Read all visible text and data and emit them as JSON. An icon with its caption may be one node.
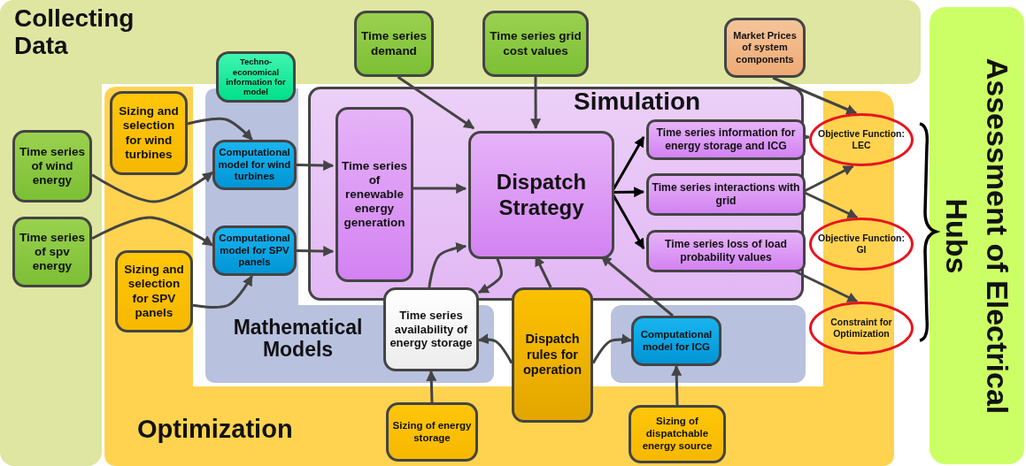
{
  "diagram": {
    "nodes": [
      {
        "text": [
          "Collecting Data"
        ]
      },
      {
        "text": [
          "Time series demand"
        ],
        "in": 0
      },
      {
        "text": [
          "Time series grid cost values"
        ],
        "in": 0
      },
      {
        "text": [
          "Market Prices of system components"
        ],
        "in": 0
      },
      {
        "text": [
          "Techno-economical information for model"
        ]
      },
      {
        "text": [
          "Optimization"
        ]
      },
      {
        "text": [
          "Mathematical Models"
        ],
        "in": 5
      },
      {
        "text": [
          "Simulation"
        ],
        "in": 5
      },
      {
        "text": [
          "Time series of renewable energy generation"
        ],
        "in": 7
      },
      {
        "text": [
          "Dispatch Strategy"
        ],
        "in": 7
      },
      {
        "text": [
          "Time series information for energy storage and ICG"
        ],
        "in": 7
      },
      {
        "text": [
          "Time series interactions with grid"
        ],
        "in": 7
      },
      {
        "text": [
          "Time series loss of load probability values"
        ],
        "in": 7
      },
      {
        "text": [
          "Assessment of Electrical Hubs"
        ]
      },
      {
        "text": [
          "Time series of wind energy"
        ]
      },
      {
        "text": [
          "Time series of spv energy"
        ]
      },
      {
        "text": [
          "Sizing and selection for wind turbines"
        ],
        "in": 5
      },
      {
        "text": [
          "Sizing and selection for SPV panels"
        ],
        "in": 5
      },
      {
        "text": [
          "Computational model for wind turbines"
        ],
        "in": 6
      },
      {
        "text": [
          "Computational model for SPV panels"
        ],
        "in": 6
      },
      {
        "text": [
          "Time series availability of energy storage"
        ],
        "in": 6
      },
      {
        "text": [
          "Dispatch rules for operation"
        ],
        "in": 5
      },
      {
        "text": [
          "Computational model for ICG"
        ],
        "in": 5
      },
      {
        "text": [
          "Sizing of energy storage"
        ],
        "in": 5
      },
      {
        "text": [
          "Sizing of dispatchable energy source"
        ],
        "in": 5
      },
      {
        "text": [
          "Objective Function: LEC"
        ],
        "in": 5
      },
      {
        "text": [
          "Objective Function: GI"
        ],
        "in": 5
      },
      {
        "text": [
          "Constraint for Optimization"
        ],
        "in": 5
      }
    ],
    "edges": [
      {
        "from": 16,
        "to": 18,
        "arrow": "to"
      },
      {
        "from": 14,
        "to": 18,
        "arrow": "to"
      },
      {
        "from": 15,
        "to": 19,
        "arrow": "to"
      },
      {
        "from": 17,
        "to": 19,
        "arrow": "to"
      },
      {
        "from": 18,
        "to": 8,
        "arrow": "to"
      },
      {
        "from": 19,
        "to": 8,
        "arrow": "to"
      },
      {
        "from": 8,
        "to": 9,
        "arrow": "to"
      },
      {
        "from": 1,
        "to": 9,
        "arrow": "to"
      },
      {
        "from": 2,
        "to": 9,
        "arrow": "to"
      },
      {
        "from": 9,
        "to": 10,
        "arrow": "to",
        "color": "#000000"
      },
      {
        "from": 9,
        "to": 11,
        "arrow": "to",
        "color": "#000000"
      },
      {
        "from": 9,
        "to": 12,
        "arrow": "to",
        "color": "#000000"
      },
      {
        "from": 10,
        "to": 25,
        "arrow": "to"
      },
      {
        "from": 3,
        "to": 25,
        "arrow": "to"
      },
      {
        "from": 11,
        "to": 25,
        "arrow": "to"
      },
      {
        "from": 11,
        "to": 26,
        "arrow": "to"
      },
      {
        "from": 12,
        "to": 27,
        "arrow": "to"
      },
      {
        "from": 20,
        "to": 9,
        "arrow": "to"
      },
      {
        "from": 9,
        "to": 20,
        "arrow": "to"
      },
      {
        "from": 21,
        "to": 9,
        "arrow": "to"
      },
      {
        "from": 22,
        "to": 9,
        "arrow": "to"
      },
      {
        "from": 21,
        "to": 20,
        "arrow": "to"
      },
      {
        "from": 21,
        "to": 22,
        "arrow": "to"
      },
      {
        "from": 23,
        "to": 20,
        "arrow": "to"
      },
      {
        "from": 24,
        "to": 22,
        "arrow": "to"
      }
    ]
  }
}
